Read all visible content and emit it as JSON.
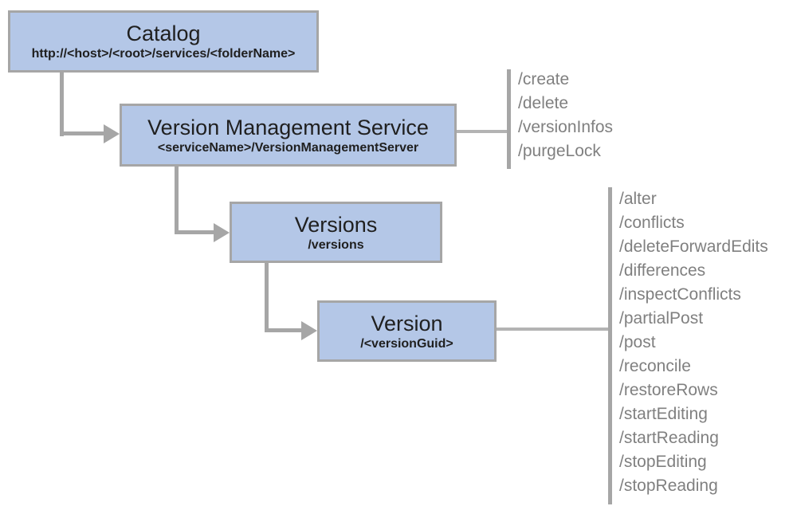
{
  "colors": {
    "node_fill": "#b4c7e7",
    "node_border": "#a6a6a6",
    "connector": "#a6a6a6",
    "endpoint_text": "#808080",
    "title_text": "#202020"
  },
  "nodes": [
    {
      "title": "Catalog",
      "subtitle": "http://<host>/<root>/services/<folderName>"
    },
    {
      "title": "Version Management Service",
      "subtitle": "<serviceName>/VersionManagementServer",
      "endpoints": [
        "/create",
        "/delete",
        "/versionInfos",
        "/purgeLock"
      ]
    },
    {
      "title": "Versions",
      "subtitle": "/versions"
    },
    {
      "title": "Version",
      "subtitle": "/<versionGuid>",
      "endpoints": [
        "/alter",
        "/conflicts",
        "/deleteForwardEdits",
        "/differences",
        "/inspectConflicts",
        "/partialPost",
        "/post",
        "/reconcile",
        "/restoreRows",
        "/startEditing",
        "/startReading",
        "/stopEditing",
        "/stopReading"
      ]
    }
  ]
}
